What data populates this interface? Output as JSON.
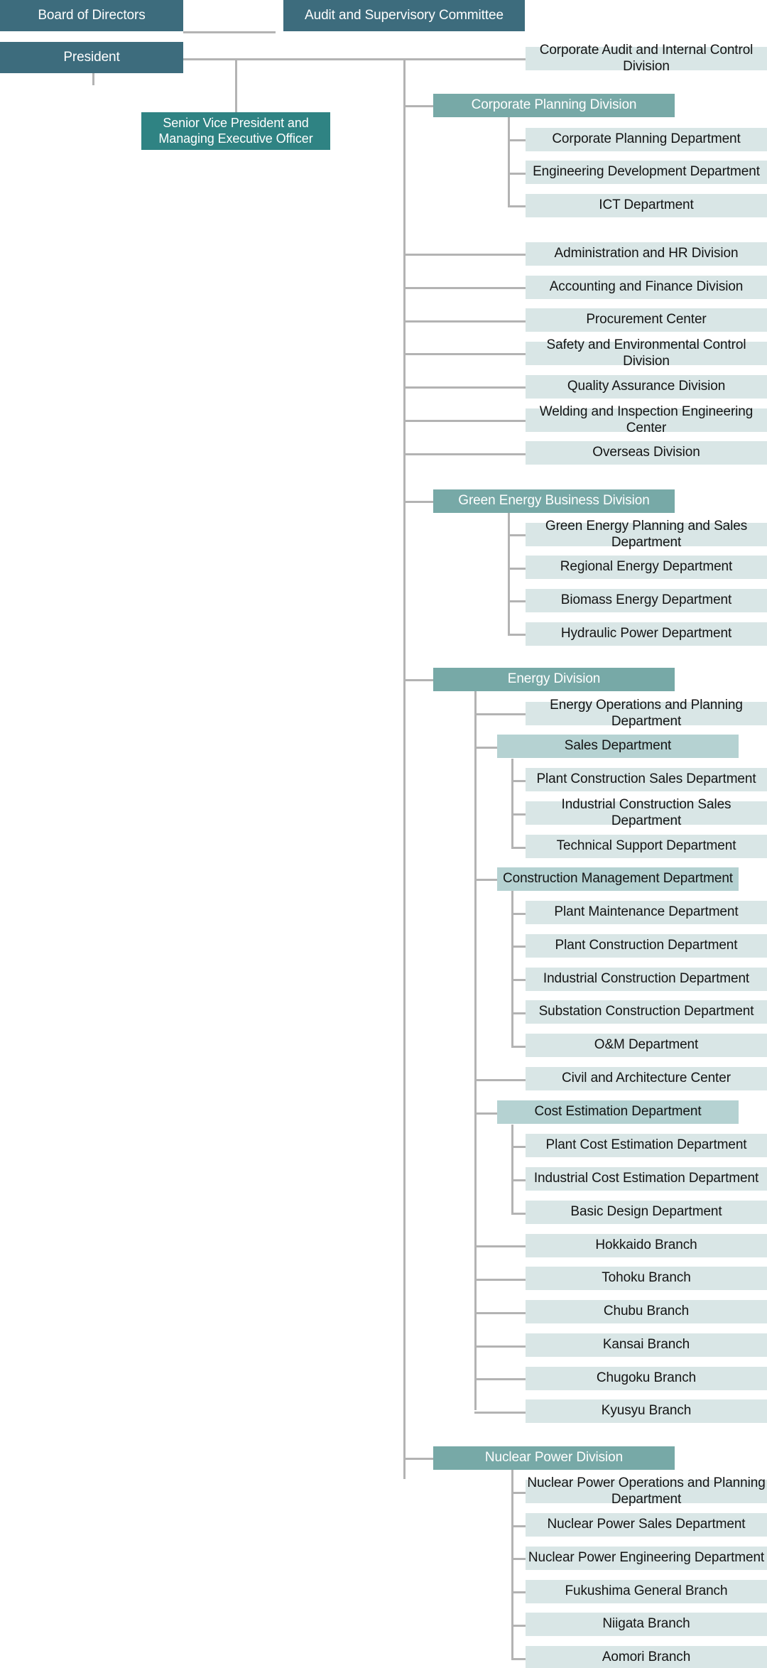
{
  "chart_data": {
    "type": "diagram",
    "title": "Corporate Organization Chart",
    "colors": {
      "executive": "#3d6c7d",
      "senior_vice_president": "#2f8383",
      "division": "#77a9a7",
      "group_department": "#b5d2d2",
      "leaf_department": "#d9e6e6",
      "connector_line": "#b3b3b3",
      "background": "#ffffff"
    }
  },
  "nodes": {
    "board_of_directors": "Board of Directors",
    "audit_and_supervisory_committee": "Audit and Supervisory Committee",
    "president": "President",
    "senior_vice_president": "Senior Vice President and\nManaging Executive Officer",
    "corporate_audit_and_internal_control_division": "Corporate Audit and Internal Control Division",
    "corporate_planning_division": "Corporate Planning Division",
    "corporate_planning_department": "Corporate Planning Department",
    "engineering_development_department": "Engineering Development Department",
    "ict_department": "ICT Department",
    "administration_and_hr_division": "Administration and HR Division",
    "accounting_and_finance_division": "Accounting and Finance Division",
    "procurement_center": "Procurement Center",
    "safety_and_environmental_control_division": "Safety and Environmental Control Division",
    "quality_assurance_division": "Quality Assurance Division",
    "welding_and_inspection_engineering_center": "Welding and Inspection Engineering Center",
    "overseas_division": "Overseas Division",
    "green_energy_business_division": "Green Energy Business Division",
    "green_energy_planning_and_sales_department": "Green Energy Planning and Sales Department",
    "regional_energy_department": "Regional Energy Department",
    "biomass_energy_department": "Biomass Energy Department",
    "hydraulic_power_department": "Hydraulic Power Department",
    "energy_division": "Energy Division",
    "energy_operations_and_planning_department": "Energy Operations and Planning Department",
    "sales_department": "Sales Department",
    "plant_construction_sales_department": "Plant Construction Sales Department",
    "industrial_construction_sales_department": "Industrial Construction Sales Department",
    "technical_support_department": "Technical Support Department",
    "construction_management_department": "Construction Management Department",
    "plant_maintenance_department": "Plant Maintenance Department",
    "plant_construction_department": "Plant Construction Department",
    "industrial_construction_department": "Industrial Construction Department",
    "substation_construction_department": "Substation Construction Department",
    "om_department": "O&M Department",
    "civil_and_architecture_center": "Civil and Architecture Center",
    "cost_estimation_department": "Cost Estimation Department",
    "plant_cost_estimation_department": "Plant Cost Estimation Department",
    "industrial_cost_estimation_department": "Industrial Cost Estimation Department",
    "basic_design_department": "Basic Design Department",
    "hokkaido_branch": "Hokkaido Branch",
    "tohoku_branch": "Tohoku Branch",
    "chubu_branch": "Chubu Branch",
    "kansai_branch": "Kansai Branch",
    "chugoku_branch": "Chugoku Branch",
    "kyusyu_branch": "Kyusyu Branch",
    "nuclear_power_division": "Nuclear Power Division",
    "nuclear_power_operations_and_planning_department": "Nuclear Power Operations and Planning Department",
    "nuclear_power_sales_department": "Nuclear Power Sales Department",
    "nuclear_power_engineering_department": "Nuclear Power Engineering Department",
    "fukushima_general_branch": "Fukushima General Branch",
    "niigata_branch": "Niigata Branch",
    "aomori_branch": "Aomori Branch"
  }
}
